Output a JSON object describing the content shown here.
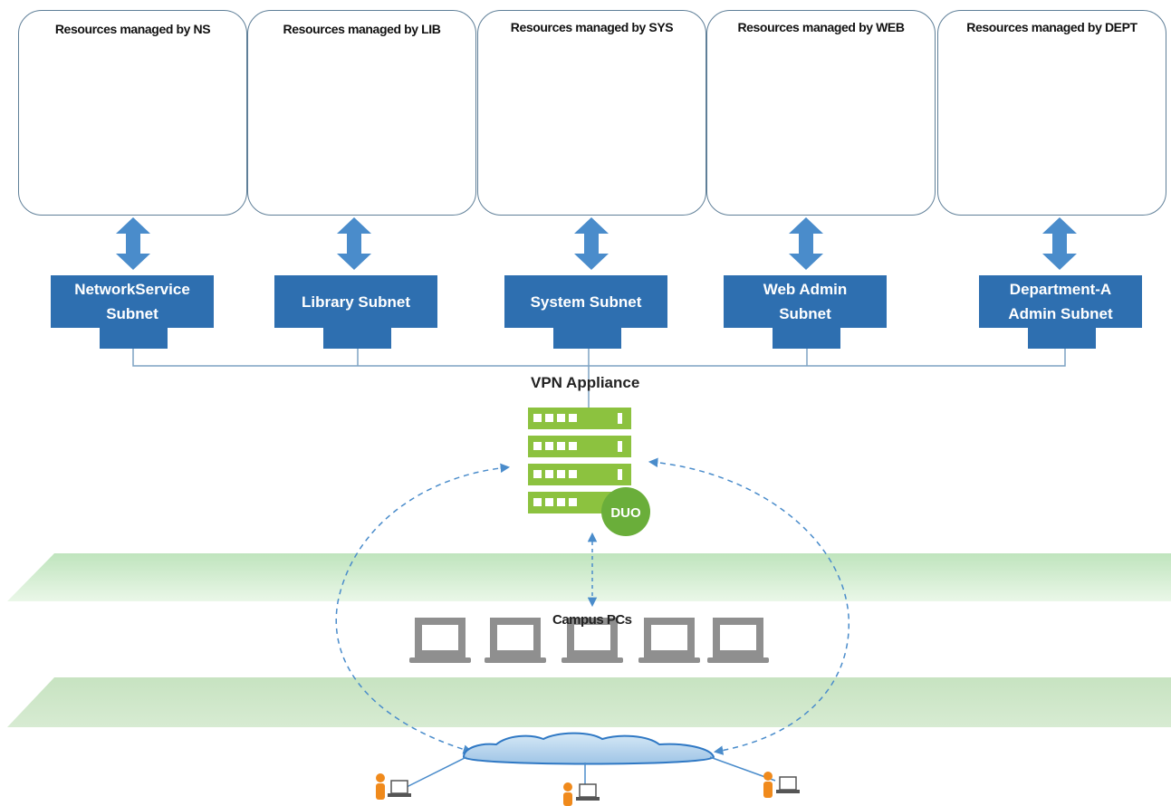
{
  "panels": [
    {
      "title": "Resources managed by NS",
      "kind": "network"
    },
    {
      "title": "Resources managed by LIB",
      "kind": "server"
    },
    {
      "title": "Resources managed by SYS",
      "kind": "server"
    },
    {
      "title": "Resources managed by WEB",
      "kind": "server"
    },
    {
      "title": "Resources managed by DEPT",
      "kind": "server"
    }
  ],
  "subnets": [
    {
      "label": "NetworkService Subnet"
    },
    {
      "label": "Library Subnet"
    },
    {
      "label": "System Subnet"
    },
    {
      "label": "Web Admin Subnet"
    },
    {
      "label": "Department-A Admin Subnet"
    }
  ],
  "vpn": {
    "label": "VPN Appliance",
    "badge": "DUO"
  },
  "campus": {
    "label": "Campus PCs"
  },
  "colors": {
    "subnet_blue": "#2e6fb0",
    "arrow_blue": "#4a8ccb",
    "vpn_green": "#8cc23f",
    "duo_green": "#6aae3a",
    "band_green": "#c8e7c2",
    "person_orange": "#f08a1c",
    "panel_border": "#5f7f98"
  }
}
